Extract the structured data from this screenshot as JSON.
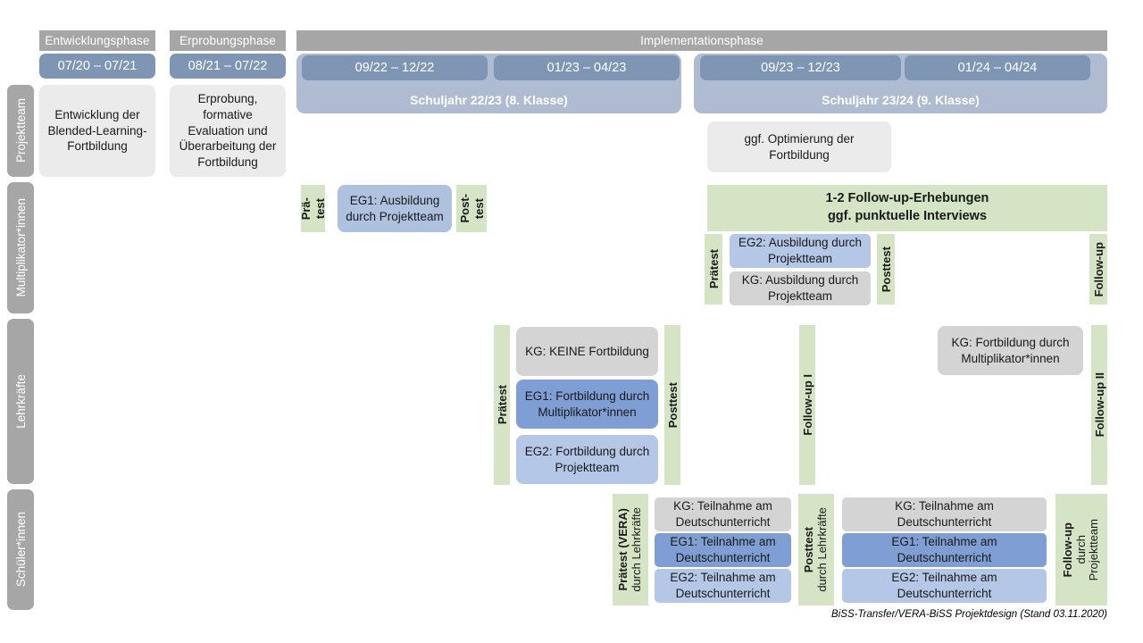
{
  "figure": {
    "footer": "BiSS-Transfer/VERA-BiSS Projektdesign (Stand 03.11.2020)",
    "colors": {
      "phase_grey": "#a6a6a6",
      "period_blue": "#7e96b4",
      "year_panel_blue": "#aebbd1",
      "box_grey_light": "#ebebeb",
      "box_grey_dark": "#d4d4d4",
      "box_blue_light": "#aec2e0",
      "box_blue_mid": "#b4c7e7",
      "box_blue_dark": "#7f9fd4",
      "assessment_green": "#d6e4c6"
    }
  },
  "phases": [
    {
      "label": "Entwicklungsphase"
    },
    {
      "label": "Erprobungsphase"
    },
    {
      "label": "Implementationsphase"
    }
  ],
  "periods": [
    {
      "label": "07/20 – 07/21"
    },
    {
      "label": "08/21 – 07/22"
    },
    {
      "label": "09/22 – 12/22"
    },
    {
      "label": "01/23 – 04/23"
    },
    {
      "label": "09/23 – 12/23"
    },
    {
      "label": "01/24 – 04/24"
    }
  ],
  "school_years": [
    {
      "label": "Schuljahr 22/23 (8. Klasse)"
    },
    {
      "label": "Schuljahr 23/24 (9. Klasse)"
    }
  ],
  "roles": [
    {
      "label": "Projektteam"
    },
    {
      "label": "Multiplikator*innen"
    },
    {
      "label": "Lehrkräfte"
    },
    {
      "label": "Schüler*innen"
    }
  ],
  "projektteam": {
    "entwicklung": "Entwicklung der Blended-Learning-Fortbildung",
    "erprobung": "Erprobung, formative Evaluation und Überarbeitung der Fortbildung",
    "optimierung": "ggf. Optimierung der Fortbildung"
  },
  "multiplikatoren": {
    "praetest_line1": "Prä-",
    "praetest_line2": "test",
    "posttest_line1": "Post-",
    "posttest_line2": "test",
    "eg1": "EG1: Ausbildung durch Projektteam",
    "followup_band": "1-2 Follow-up-Erhebungen\nggf. punktuelle Interviews",
    "followup_band_line1": "1-2 Follow-up-Erhebungen",
    "followup_band_line2": "ggf. punktuelle Interviews",
    "praetest2": "Prätest",
    "posttest2": "Posttest",
    "followup": "Follow-up",
    "eg2": "EG2:  Ausbildung durch Projektteam",
    "kg": "KG: Ausbildung durch Projektteam"
  },
  "lehrkraefte": {
    "praetest": "Prätest",
    "posttest": "Posttest",
    "followup1": "Follow-up I",
    "followup2": "Follow-up II",
    "kg_keine": "KG:  KEINE Fortbildung",
    "eg1": "EG1: Fortbildung durch Multiplikator*innen",
    "eg2": "EG2: Fortbildung durch Projektteam",
    "kg_fortbildung": "KG: Fortbildung durch Multiplikator*innen"
  },
  "schueler": {
    "praetest_bold": "Prätest (VERA)",
    "praetest_sub": "durch Lehrkräfte",
    "posttest_bold": "Posttest",
    "posttest_sub": "durch Lehrkräfte",
    "followup_bold": "Follow-up",
    "followup_sub1": "durch",
    "followup_sub2": "Projektteam",
    "kg": "KG: Teilnahme am Deutschunterricht",
    "eg1": "EG1: Teilnahme am Deutschunterricht",
    "eg2": "EG2: Teilnahme am Deutschunterricht",
    "kg2": "KG: Teilnahme am Deutschunterricht",
    "eg1b": "EG1: Teilnahme am Deutschunterricht",
    "eg2b": "EG2: Teilnahme am Deutschunterricht"
  }
}
